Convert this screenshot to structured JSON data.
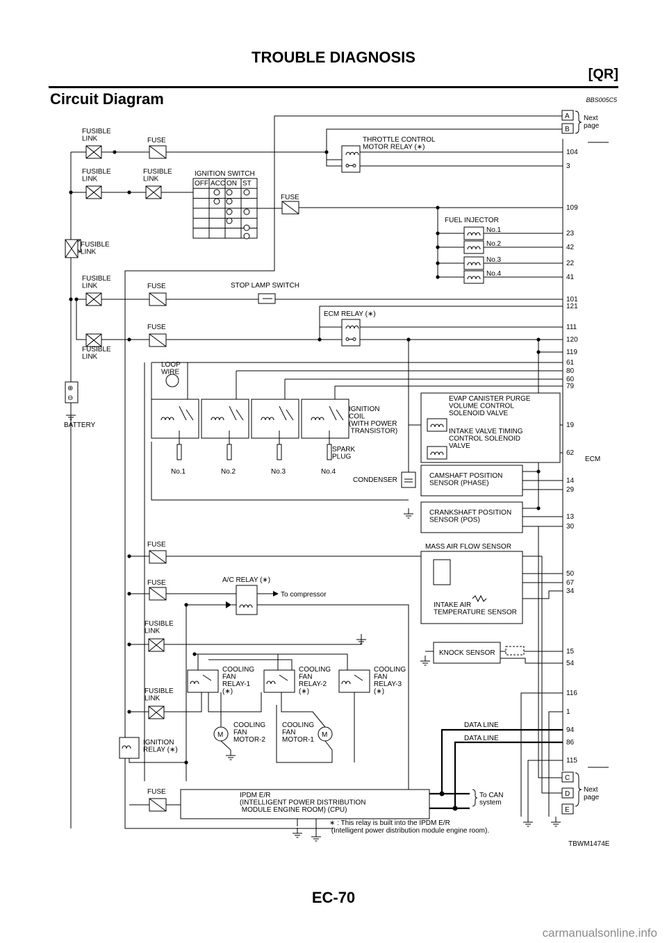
{
  "header": {
    "title": "TROUBLE DIAGNOSIS",
    "section_code": "[QR]"
  },
  "section": {
    "title": "Circuit Diagram",
    "ref_code": "BBS005C5"
  },
  "footer": {
    "page_number": "EC-70",
    "watermark": "carmanualsonline.info"
  },
  "diagram": {
    "figure_code": "TBWM1474E",
    "ecm_label": "ECM",
    "next_page_top": {
      "connectors": [
        "A",
        "B"
      ],
      "label": "Next\npage"
    },
    "next_page_bottom": {
      "connectors": [
        "C",
        "D",
        "E"
      ],
      "label": "Next\npage"
    },
    "ecm_pins": [
      "104",
      "3",
      "109",
      "23",
      "42",
      "22",
      "41",
      "101",
      "121",
      "111",
      "120",
      "119",
      "61",
      "80",
      "60",
      "79",
      "19",
      "62",
      "14",
      "29",
      "13",
      "30",
      "50",
      "67",
      "34",
      "15",
      "54",
      "116",
      "1",
      "94",
      "86",
      "115"
    ],
    "fusible_link_label": "FUSIBLE\nLINK",
    "fuse_label": "FUSE",
    "battery_label": "BATTERY",
    "ignition_switch": {
      "label": "IGNITION SWITCH",
      "positions": [
        "OFF",
        "ACC",
        "ON",
        "ST"
      ]
    },
    "throttle_relay": "THROTTLE CONTROL\nMOTOR RELAY (∗)",
    "fuel_injector": {
      "label": "FUEL INJECTOR",
      "numbers": [
        "No.1",
        "No.2",
        "No.3",
        "No.4"
      ]
    },
    "stop_lamp_switch": "STOP LAMP SWITCH",
    "ecm_relay": "ECM RELAY (∗)",
    "loop_wire": "LOOP\nWIRE",
    "ignition_coil": "IGNITION\nCOIL\n(WITH POWER\n TRANSISTOR)",
    "spark_plug": "SPARK\nPLUG",
    "cylinders": [
      "No.1",
      "No.2",
      "No.3",
      "No.4"
    ],
    "condenser": "CONDENSER",
    "evap_valve": "EVAP CANISTER PURGE\nVOLUME CONTROL\nSOLENOID VALVE",
    "ivt_valve": "INTAKE VALVE TIMING\nCONTROL SOLENOID\nVALVE",
    "cmp_sensor": "CAMSHAFT POSITION\nSENSOR (PHASE)",
    "ckp_sensor": "CRANKSHAFT POSITION\nSENSOR (POS)",
    "maf_sensor": "MASS AIR FLOW SENSOR",
    "iat_sensor": "INTAKE AIR\nTEMPERATURE SENSOR",
    "ac_relay": "A/C RELAY (∗)",
    "to_compressor": "To compressor",
    "knock_sensor": "KNOCK SENSOR",
    "fan_relays": [
      "COOLING\nFAN\nRELAY-1\n(∗)",
      "COOLING\nFAN\nRELAY-2\n(∗)",
      "COOLING\nFAN\nRELAY-3\n(∗)"
    ],
    "fan_motors": [
      "COOLING\nFAN\nMOTOR-2",
      "COOLING\nFAN\nMOTOR-1"
    ],
    "data_line": "DATA LINE",
    "ignition_relay": "IGNITION\nRELAY (∗)",
    "ipdm": "IPDM E/R\n(INTELLIGENT POWER DISTRIBUTION\n MODULE ENGINE ROOM) (CPU)",
    "to_can": "To CAN\nsystem",
    "footnote": "∗ : This relay is built into the IPDM E/R\n    (Intelligent power distribution module engine room)."
  }
}
